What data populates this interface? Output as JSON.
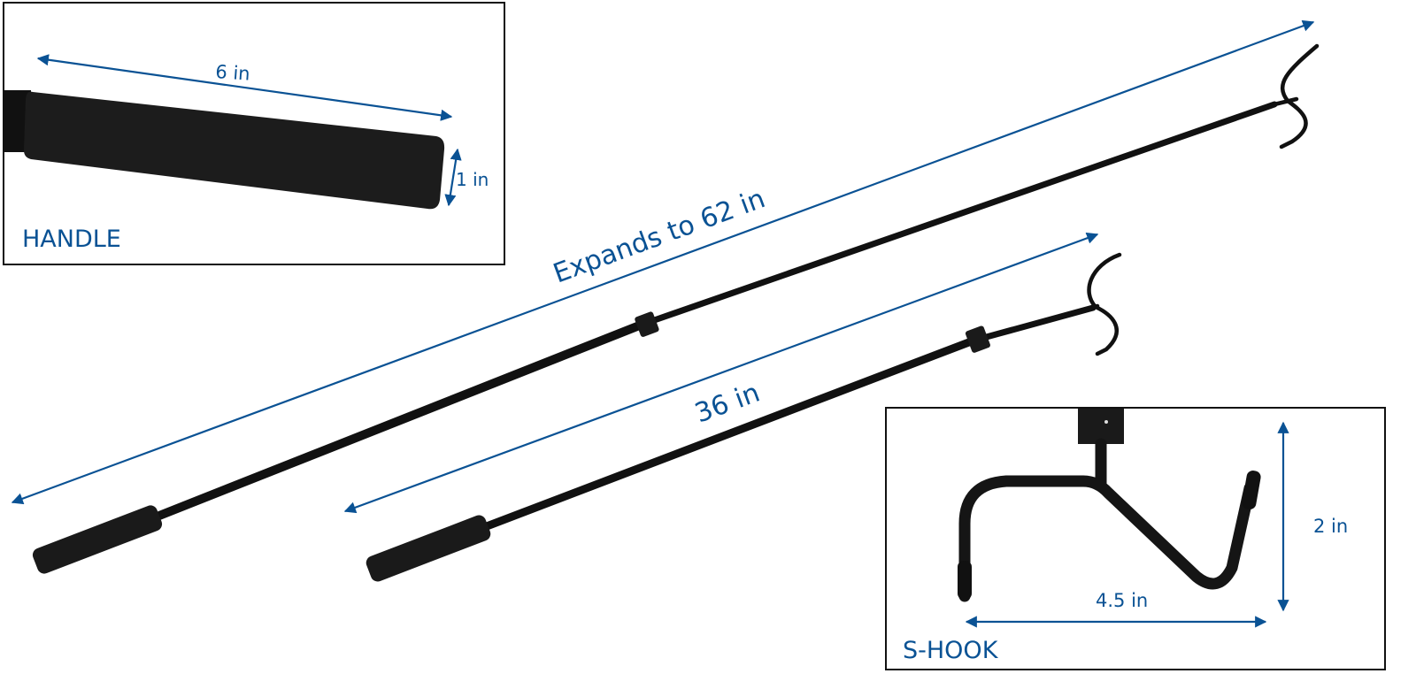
{
  "colors": {
    "dimension_line": "#0a5294",
    "label": "#0a5294",
    "product": "#111111",
    "inset_border": "#111111",
    "background": "#ffffff"
  },
  "main": {
    "long_pole": {
      "dimension_label": "Expands to 62 in"
    },
    "short_pole": {
      "dimension_label": "36 in"
    }
  },
  "insets": {
    "handle": {
      "title": "HANDLE",
      "length_label": "6 in",
      "diameter_label": "1 in"
    },
    "s_hook": {
      "title": "S-HOOK",
      "width_label": "4.5 in",
      "height_label": "2 in"
    }
  }
}
